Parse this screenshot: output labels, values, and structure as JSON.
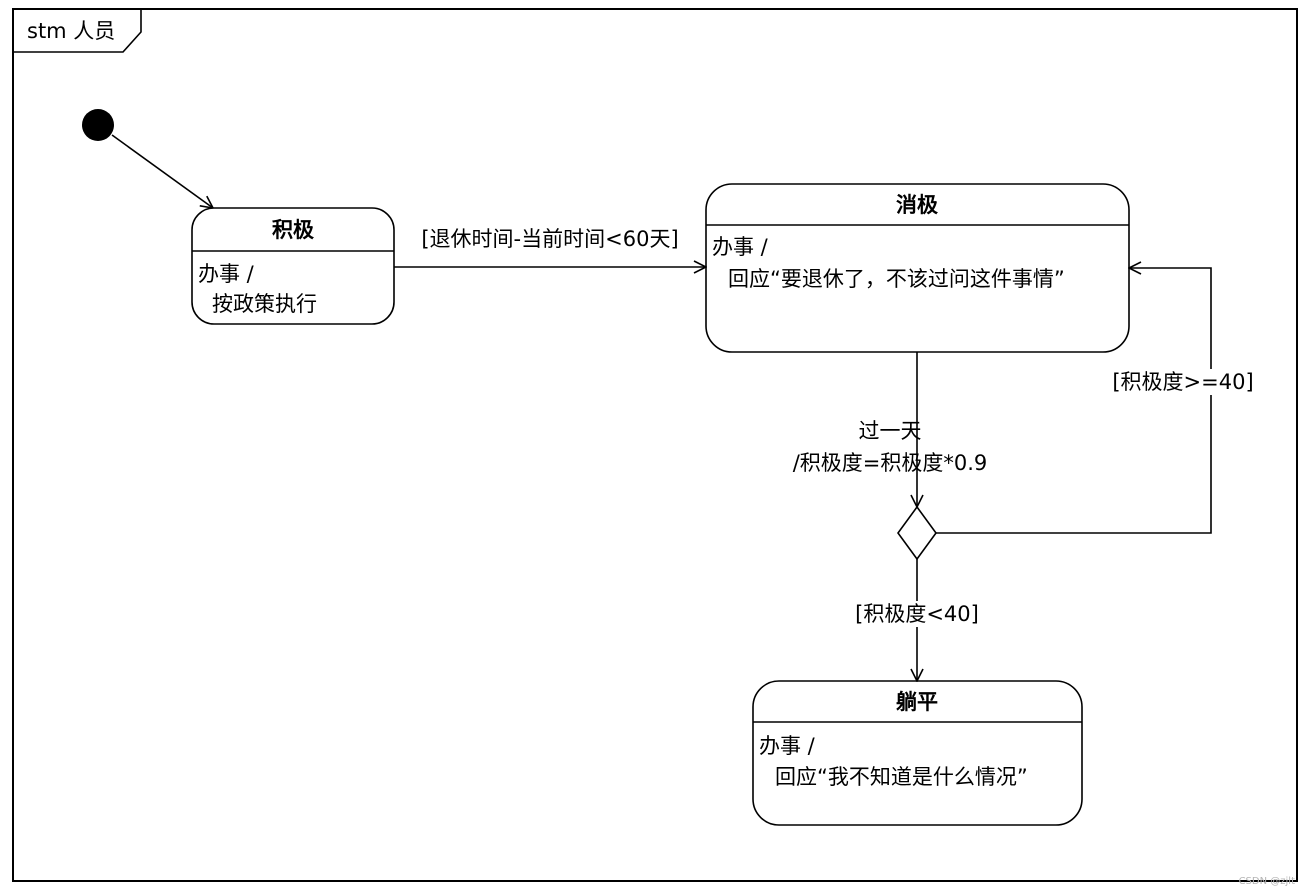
{
  "frame": {
    "label": "stm 人员"
  },
  "states": {
    "active": {
      "name": "积极",
      "activity": "办事 /",
      "detail": "按政策执行"
    },
    "negative": {
      "name": "消极",
      "activity": "办事 /",
      "detail": "回应“要退休了，不该过问这件事情”"
    },
    "lying_flat": {
      "name": "躺平",
      "activity": "办事 /",
      "detail": "回应“我不知道是什么情况”"
    }
  },
  "transitions": {
    "active_to_negative": "[退休时间-当前时间<60天]",
    "daily_event": "过一天",
    "daily_effect": "/积极度=积极度*0.9",
    "guard_back": "[积极度>=40]",
    "guard_down": "[积极度<40]"
  },
  "watermark": "CSDN @zjlt"
}
